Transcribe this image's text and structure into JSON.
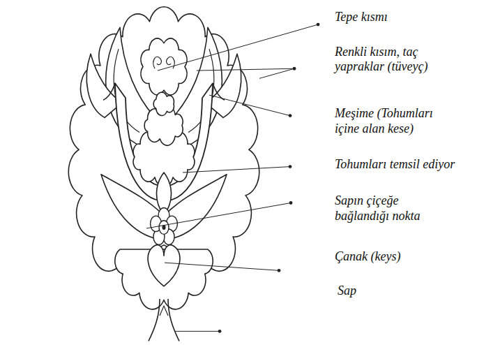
{
  "diagram": {
    "labels": [
      "Tepe kısmı",
      "Renkli kısım, taç yapraklar (tüveyç)",
      "Meşime (Tohumları içine alan kese)",
      "Tohumları temsil ediyor",
      "Sapın çiçeğe bağlandığı nokta",
      "Çanak (keys)",
      "Sap"
    ]
  }
}
